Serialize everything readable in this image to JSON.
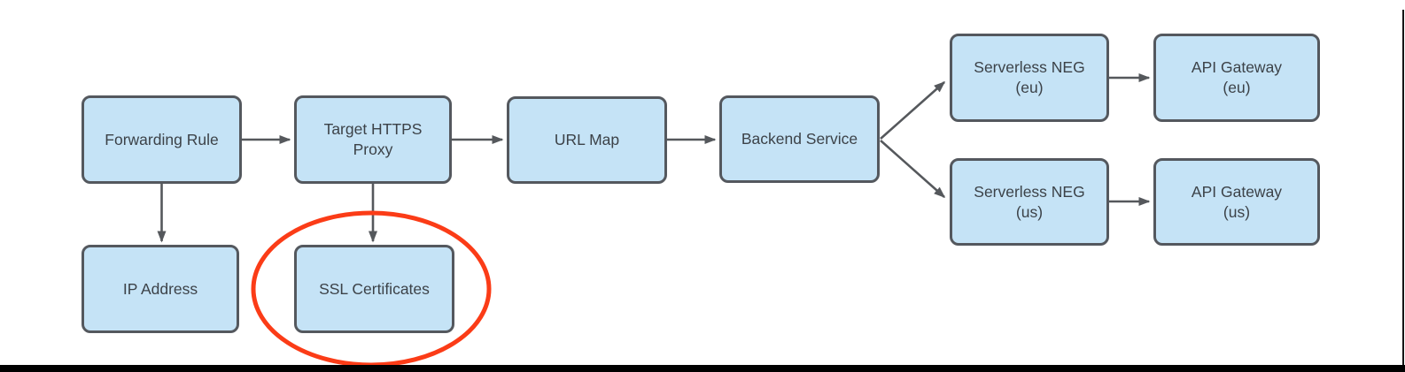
{
  "colors": {
    "node_fill": "#c5e3f6",
    "node_border": "#54585e",
    "node_text": "#3c4248",
    "arrow": "#55585c",
    "highlight_ellipse": "#fb3c17",
    "frame": "#000000",
    "background": "#ffffff"
  },
  "diagram": {
    "type": "flowchart",
    "nodes": [
      {
        "id": "forwarding-rule",
        "label": "Forwarding Rule"
      },
      {
        "id": "target-https-proxy",
        "label": "Target HTTPS\nProxy"
      },
      {
        "id": "url-map",
        "label": "URL Map"
      },
      {
        "id": "backend-service",
        "label": "Backend Service"
      },
      {
        "id": "serverless-neg-eu",
        "label": "Serverless NEG\n(eu)"
      },
      {
        "id": "api-gateway-eu",
        "label": "API Gateway\n(eu)"
      },
      {
        "id": "serverless-neg-us",
        "label": "Serverless NEG\n(us)"
      },
      {
        "id": "api-gateway-us",
        "label": "API Gateway\n(us)"
      },
      {
        "id": "ip-address",
        "label": "IP Address"
      },
      {
        "id": "ssl-certificates",
        "label": "SSL Certificates"
      }
    ],
    "edges": [
      {
        "from": "forwarding-rule",
        "to": "target-https-proxy"
      },
      {
        "from": "target-https-proxy",
        "to": "url-map"
      },
      {
        "from": "url-map",
        "to": "backend-service"
      },
      {
        "from": "backend-service",
        "to": "serverless-neg-eu"
      },
      {
        "from": "backend-service",
        "to": "serverless-neg-us"
      },
      {
        "from": "serverless-neg-eu",
        "to": "api-gateway-eu"
      },
      {
        "from": "serverless-neg-us",
        "to": "api-gateway-us"
      },
      {
        "from": "forwarding-rule",
        "to": "ip-address"
      },
      {
        "from": "target-https-proxy",
        "to": "ssl-certificates"
      }
    ],
    "annotation": {
      "shape": "ellipse",
      "around": "ssl-certificates",
      "color": "#fb3c17"
    }
  }
}
